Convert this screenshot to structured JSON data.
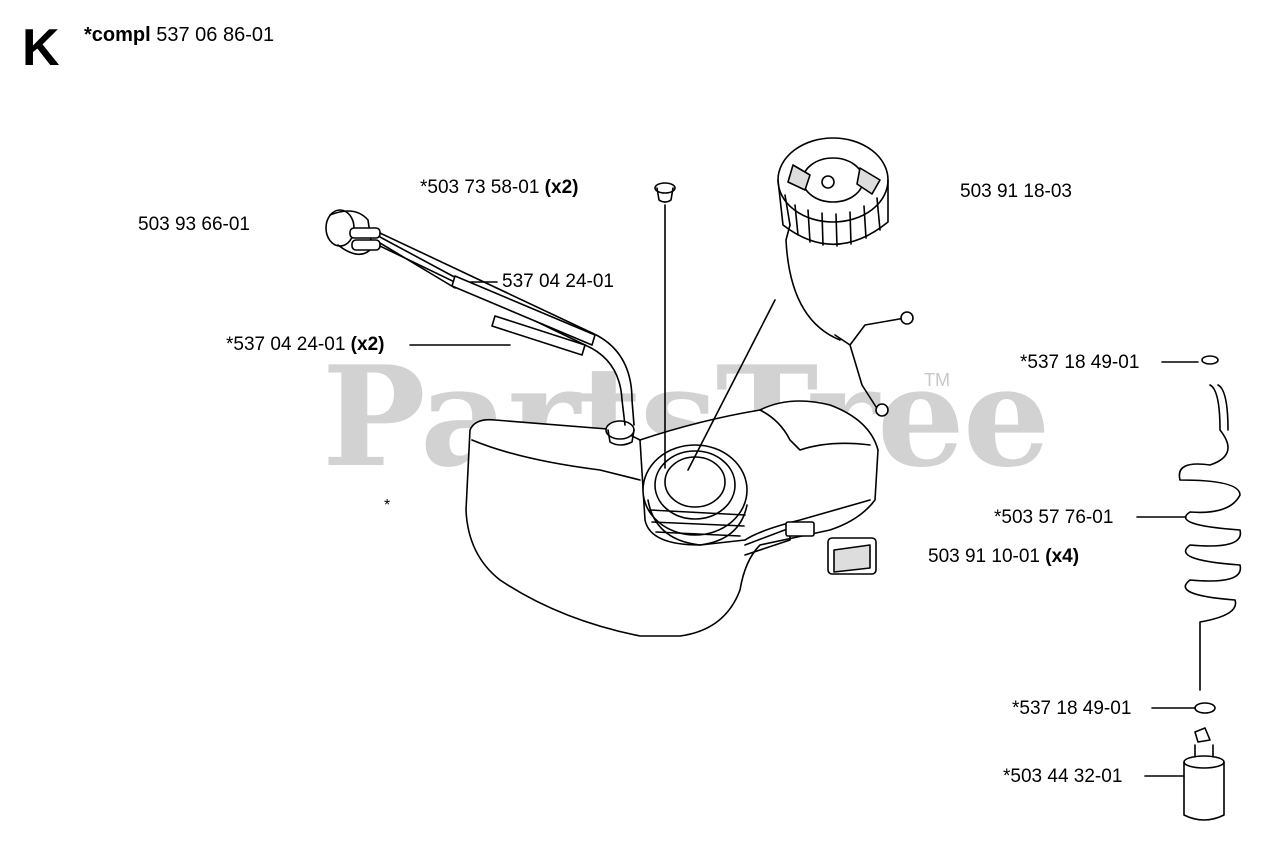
{
  "section": {
    "letter": "K",
    "compl_prefix": "*compl",
    "compl_number": "537 06 86-01"
  },
  "watermark": {
    "text": "PartsTree",
    "tm": "TM"
  },
  "parts": [
    {
      "number": "*503 73 58-01",
      "qty": "(x2)"
    },
    {
      "number": "503 93 66-01",
      "qty": ""
    },
    {
      "number": "537 04 24-01",
      "qty": ""
    },
    {
      "number": "*537 04 24-01",
      "qty": "(x2)"
    },
    {
      "number": "503 91 18-03",
      "qty": ""
    },
    {
      "number": "*537 18 49-01",
      "qty": ""
    },
    {
      "number": "*503 57 76-01",
      "qty": ""
    },
    {
      "number": "503 91 10-01",
      "qty": "(x4)"
    },
    {
      "number": "*537 18 49-01",
      "qty": ""
    },
    {
      "number": "*503 44 32-01",
      "qty": ""
    }
  ],
  "asterisk_note": "*"
}
